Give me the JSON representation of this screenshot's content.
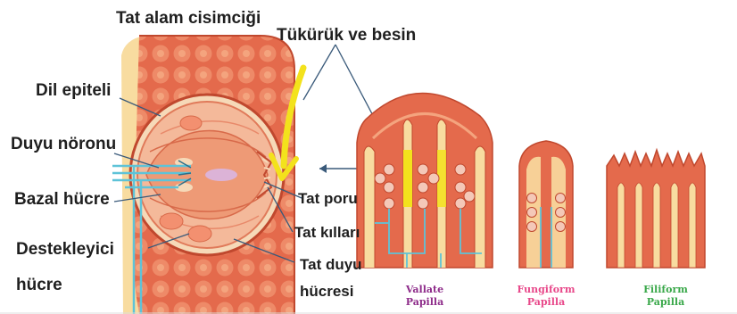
{
  "labels": {
    "taste_bud": "Tat alam cisimciği",
    "saliva_food": "Tükürük ve besin",
    "tongue_epithelium": "Dil epiteli",
    "sensory_neuron": "Duyu nöronu",
    "basal_cell": "Bazal hücre",
    "supporting_cell_line1": "Destekleyici",
    "supporting_cell_line2": "hücre",
    "taste_pore": "Tat poru",
    "taste_hairs": "Tat kılları",
    "taste_cell_line1": "Tat duyu",
    "taste_cell_line2": "hücresi"
  },
  "papillae": [
    {
      "line1": "Vallate",
      "line2": "Papilla",
      "color": "#8e2c8a"
    },
    {
      "line1": "Fungiform",
      "line2": "Papilla",
      "color": "#e8488a"
    },
    {
      "line1": "Filiform",
      "line2": "Papilla",
      "color": "#3aa84a"
    }
  ],
  "colors": {
    "tissue": "#e46a4c",
    "tissue_light": "#f4a47e",
    "background_cream": "#f8dca0",
    "nerve": "#5ec3d8",
    "arrow_yellow": "#f3e21c"
  }
}
